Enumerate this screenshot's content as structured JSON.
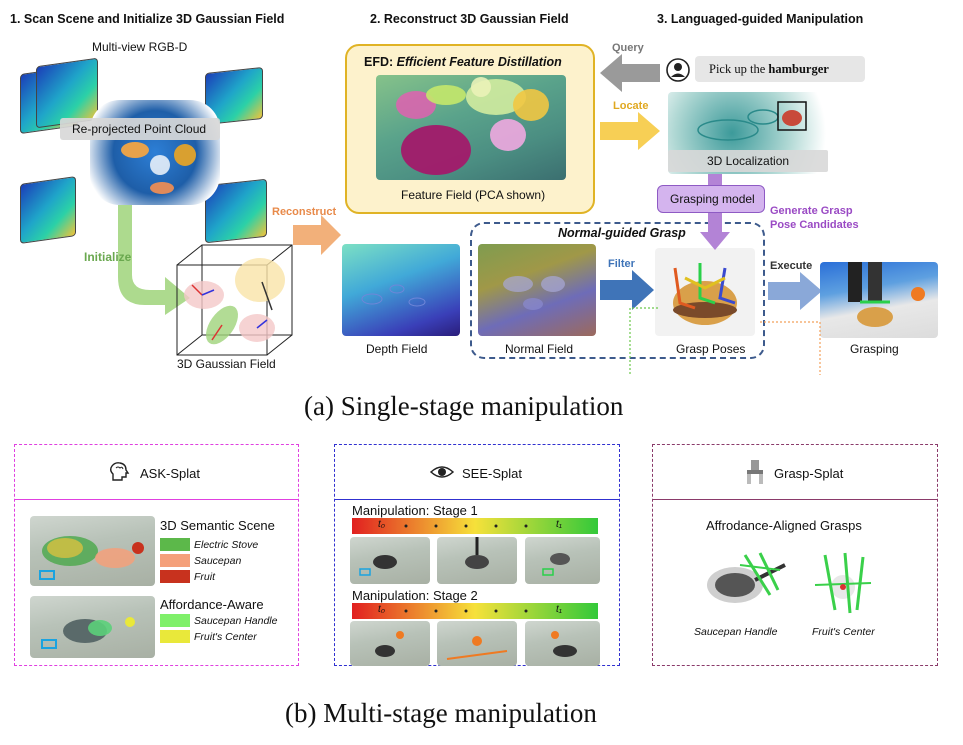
{
  "top": {
    "stage1_title": "1. Scan Scene and Initialize 3D Gaussian Field",
    "stage2_title": "2. Reconstruct 3D Gaussian Field",
    "stage3_title": "3. Languaged-guided Manipulation",
    "multiview_label": "Multi-view RGB-D",
    "reprojected_label": "Re-projected Point Cloud",
    "initialize_label": "Initialize",
    "gaussian_field_label": "3D Gaussian Field",
    "reconstruct_label": "Reconstruct",
    "efd_prefix": "EFD: ",
    "efd_title": "Efficient Feature Distillation",
    "feature_field_label": "Feature Field  (PCA shown)",
    "depth_field_label": "Depth Field",
    "normal_guided_label": "Normal-guided Grasp",
    "normal_field_label": "Normal Field",
    "filter_label": "Filter",
    "query_label": "Query",
    "query_text_prefix": "Pick up the ",
    "query_text_object": "hamburger",
    "locate_label": "Locate",
    "localization_label": "3D Localization",
    "grasping_model_label": "Grasping model",
    "generate_label_1": "Generate Grasp",
    "generate_label_2": "Pose Candidates",
    "grasp_poses_label": "Grasp Poses",
    "execute_label": "Execute",
    "grasping_label": "Grasping",
    "caption_a": "(a) Single-stage manipulation"
  },
  "bottom": {
    "ask": {
      "title": "ASK-Splat",
      "semantic_heading": "3D Semantic Scene",
      "semantic_items": [
        {
          "label": "Electric Stove",
          "color": "#5cb84a"
        },
        {
          "label": "Saucepan",
          "color": "#f4a07a"
        },
        {
          "label": "Fruit",
          "color": "#c8321e"
        }
      ],
      "affordance_heading": "Affordance-Aware",
      "affordance_items": [
        {
          "label": "Saucepan Handle",
          "color": "#7ff06a"
        },
        {
          "label": "Fruit's Center",
          "color": "#e9e83a"
        }
      ]
    },
    "see": {
      "title": "SEE-Splat",
      "stage1_label": "Manipulation: Stage 1",
      "stage2_label": "Manipulation: Stage 2",
      "stage1_t0": "t₀",
      "stage1_t1": "t₁",
      "stage2_t0": "t₀",
      "stage2_t1": "t₁"
    },
    "grasp": {
      "title": "Grasp-Splat",
      "heading": "Affrodance-Aligned Grasps",
      "item1": "Saucepan Handle",
      "item2": "Fruit's Center"
    },
    "caption_b": "(b) Multi-stage manipulation"
  },
  "colors": {
    "ask_border": "#e040e0",
    "see_border": "#3030d0",
    "grasp_border": "#8a3a6a",
    "green_arrow": "#9fd37a",
    "orange_arrow": "#f2b07a",
    "yellow_arrow": "#f7cf55",
    "gray_arrow": "#9a9a9a",
    "blue_arrow": "#3f74b8",
    "purple": "#b383d6",
    "efd_fill": "#fdf2cc",
    "efd_border": "#e0b325"
  }
}
